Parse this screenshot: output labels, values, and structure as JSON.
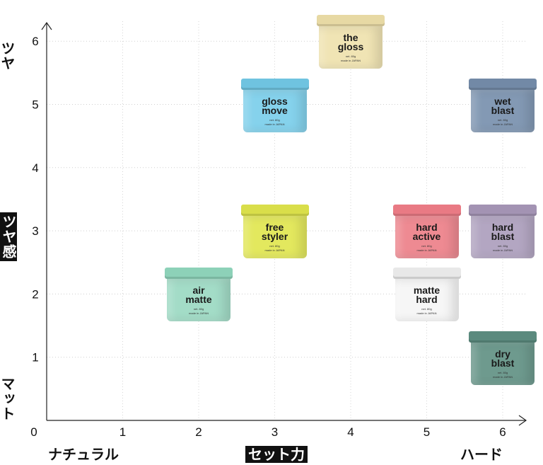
{
  "chart_data": {
    "type": "scatter",
    "xlabel_left": "ナチュラル",
    "xlabel_center": "セット力",
    "xlabel_right": "ハード",
    "ylabel_top": "ツヤ",
    "ylabel_center": "ツヤ感",
    "ylabel_bottom": "マット",
    "xlim": [
      0,
      6
    ],
    "ylim": [
      0,
      6
    ],
    "x_ticks": [
      "0",
      "1",
      "2",
      "3",
      "4",
      "5",
      "6"
    ],
    "y_ticks": [
      "1",
      "2",
      "3",
      "4",
      "5",
      "6"
    ],
    "grid": true,
    "points": [
      {
        "line1": "the",
        "line2": "gloss",
        "x": 4,
        "y": 6,
        "lid": "#e7d9a4",
        "color": "#f0e4b4",
        "info1": "net. 80g",
        "info2": "made in JAPAN"
      },
      {
        "line1": "gloss",
        "line2": "move",
        "x": 3,
        "y": 5,
        "lid": "#6fc3e0",
        "color": "#85d2ec",
        "info1": "net. 80g",
        "info2": "made in JAPAN"
      },
      {
        "line1": "wet",
        "line2": "blast",
        "x": 6,
        "y": 5,
        "lid": "#7289a6",
        "color": "#8399b4",
        "info1": "net. 80g",
        "info2": "made in JAPAN"
      },
      {
        "line1": "free",
        "line2": "styler",
        "x": 3,
        "y": 3,
        "lid": "#d9de4a",
        "color": "#e3e85e",
        "info1": "net. 80g",
        "info2": "made in JAPAN"
      },
      {
        "line1": "hard",
        "line2": "active",
        "x": 5,
        "y": 3,
        "lid": "#e97a84",
        "color": "#ee8a92",
        "info1": "net. 80g",
        "info2": "made in JAPAN"
      },
      {
        "line1": "hard",
        "line2": "blast",
        "x": 6,
        "y": 3,
        "lid": "#a393b3",
        "color": "#b3a6c2",
        "info1": "net. 80g",
        "info2": "made in JAPAN"
      },
      {
        "line1": "air",
        "line2": "matte",
        "x": 2,
        "y": 2,
        "lid": "#8dd1b8",
        "color": "#a3dcc7",
        "info1": "net. 80g",
        "info2": "made in JAPAN"
      },
      {
        "line1": "matte",
        "line2": "hard",
        "x": 5,
        "y": 2,
        "lid": "#e8e8e8",
        "color": "#f6f6f6",
        "info1": "net. 80g",
        "info2": "made in JAPAN"
      },
      {
        "line1": "dry",
        "line2": "blast",
        "x": 6,
        "y": 1,
        "lid": "#5b8a7e",
        "color": "#6e9a8e",
        "info1": "net. 80g",
        "info2": "made in JAPAN"
      }
    ]
  }
}
